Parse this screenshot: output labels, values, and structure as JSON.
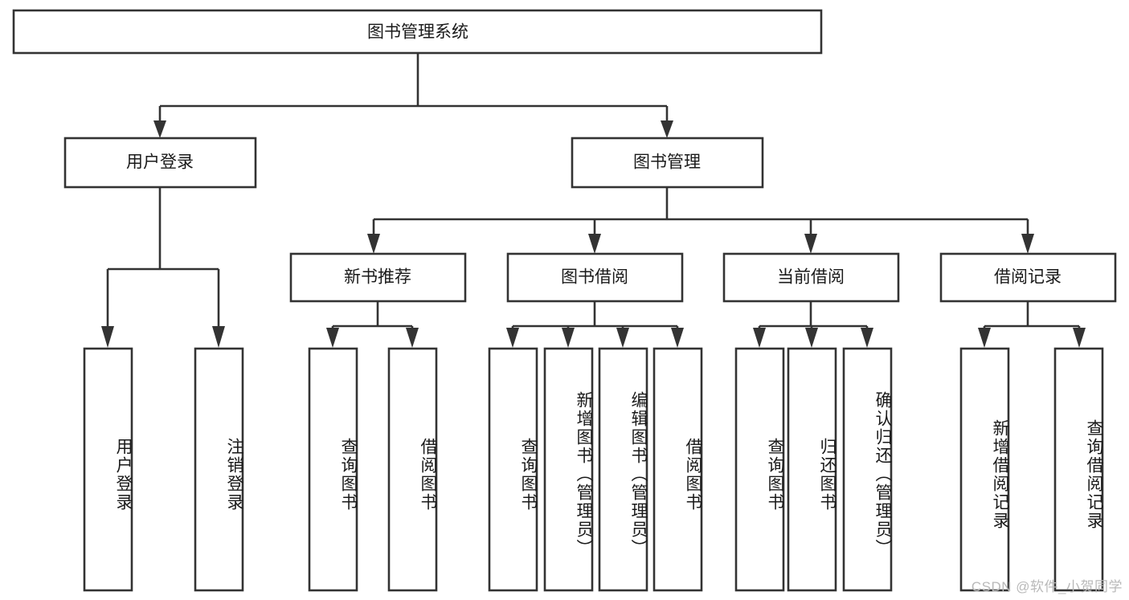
{
  "diagram": {
    "type": "tree-hierarchy",
    "orientation": "top-down",
    "colors": {
      "stroke": "#333333",
      "box_fill": "#ffffff",
      "text": "#1a1a1a",
      "background": "#ffffff",
      "watermark": "#b9b9b9"
    },
    "root": {
      "id": "root",
      "label": "图书管理系统"
    },
    "level2": [
      {
        "id": "user-login",
        "label": "用户登录"
      },
      {
        "id": "book-manage",
        "label": "图书管理"
      }
    ],
    "level3": [
      {
        "id": "new-book-recommend",
        "label": "新书推荐",
        "parent": "book-manage"
      },
      {
        "id": "book-borrow",
        "label": "图书借阅",
        "parent": "book-manage"
      },
      {
        "id": "current-borrow",
        "label": "当前借阅",
        "parent": "book-manage"
      },
      {
        "id": "borrow-record",
        "label": "借阅记录",
        "parent": "book-manage"
      }
    ],
    "leaves": [
      {
        "id": "leaf-user-login",
        "label": "用户登录",
        "parent": "user-login"
      },
      {
        "id": "leaf-user-logout",
        "label": "注销登录",
        "parent": "user-login"
      },
      {
        "id": "leaf-query-book-1",
        "label": "查询图书",
        "parent": "new-book-recommend"
      },
      {
        "id": "leaf-borrow-book-1",
        "label": "借阅图书",
        "parent": "new-book-recommend"
      },
      {
        "id": "leaf-query-book-2",
        "label": "查询图书",
        "parent": "book-borrow"
      },
      {
        "id": "leaf-add-book",
        "label": "新增图书（管理员）",
        "parent": "book-borrow"
      },
      {
        "id": "leaf-edit-book",
        "label": "编辑图书（管理员）",
        "parent": "book-borrow"
      },
      {
        "id": "leaf-borrow-book-2",
        "label": "借阅图书",
        "parent": "book-borrow"
      },
      {
        "id": "leaf-query-book-3",
        "label": "查询图书",
        "parent": "current-borrow"
      },
      {
        "id": "leaf-return-book",
        "label": "归还图书",
        "parent": "current-borrow"
      },
      {
        "id": "leaf-confirm-return",
        "label": "确认归还（管理员）",
        "parent": "current-borrow"
      },
      {
        "id": "leaf-add-record",
        "label": "新增借阅记录",
        "parent": "borrow-record"
      },
      {
        "id": "leaf-query-record",
        "label": "查询借阅记录",
        "parent": "borrow-record"
      }
    ]
  },
  "watermark": {
    "text": "CSDN @软件_小贺同学"
  }
}
